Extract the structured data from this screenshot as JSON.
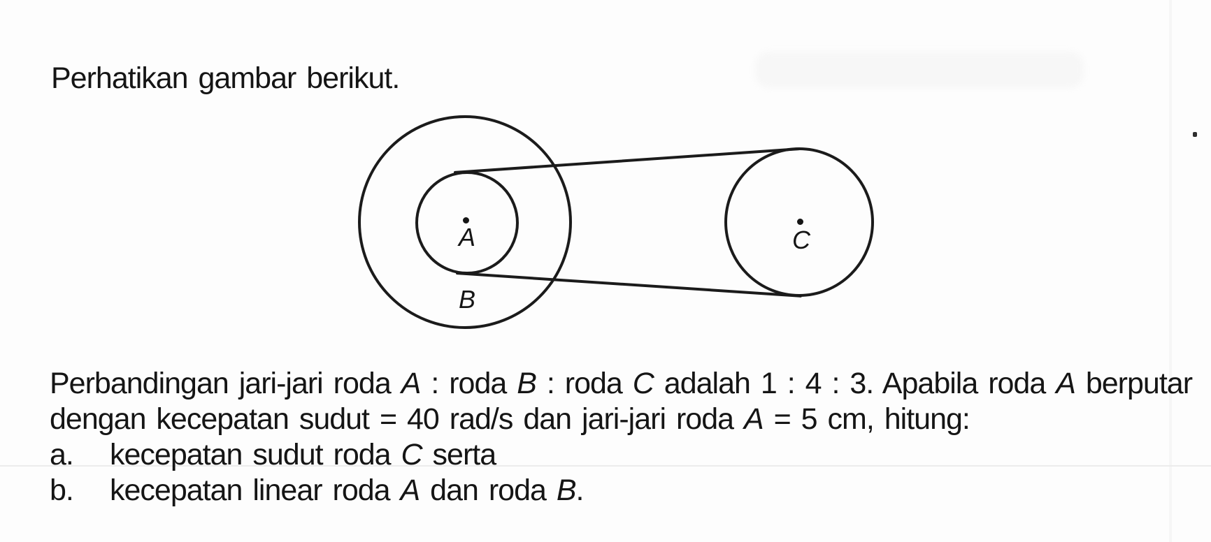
{
  "colors": {
    "background": "#fdfdfd",
    "ink": "#151515",
    "stroke": "#1b1b1b",
    "artifact_line": "#ececec"
  },
  "title": {
    "text": "Perhatikan gambar berikut."
  },
  "diagram": {
    "wheel_a_label": "A",
    "wheel_b_label": "B",
    "wheel_c_label": "C"
  },
  "problem": {
    "line1": [
      {
        "t": "Perbandingan jari-jari roda "
      },
      {
        "t": "A",
        "i": true
      },
      {
        "t": " : roda "
      },
      {
        "t": "B",
        "i": true
      },
      {
        "t": " : roda "
      },
      {
        "t": "C",
        "i": true
      },
      {
        "t": " adalah 1 : 4 : 3. Apabila roda "
      },
      {
        "t": "A",
        "i": true
      },
      {
        "t": " berputar"
      }
    ],
    "line2": [
      {
        "t": "dengan kecepatan sudut = 40 rad/s dan jari-jari roda "
      },
      {
        "t": "A",
        "i": true
      },
      {
        "t": " = 5 cm, hitung:"
      }
    ],
    "items": [
      {
        "marker": "a.",
        "segments": [
          {
            "t": "kecepatan sudut roda "
          },
          {
            "t": "C",
            "i": true
          },
          {
            "t": " serta"
          }
        ]
      },
      {
        "marker": "b.",
        "segments": [
          {
            "t": "kecepatan linear roda "
          },
          {
            "t": "A",
            "i": true
          },
          {
            "t": " dan roda "
          },
          {
            "t": "B",
            "i": true
          },
          {
            "t": "."
          }
        ]
      }
    ]
  }
}
